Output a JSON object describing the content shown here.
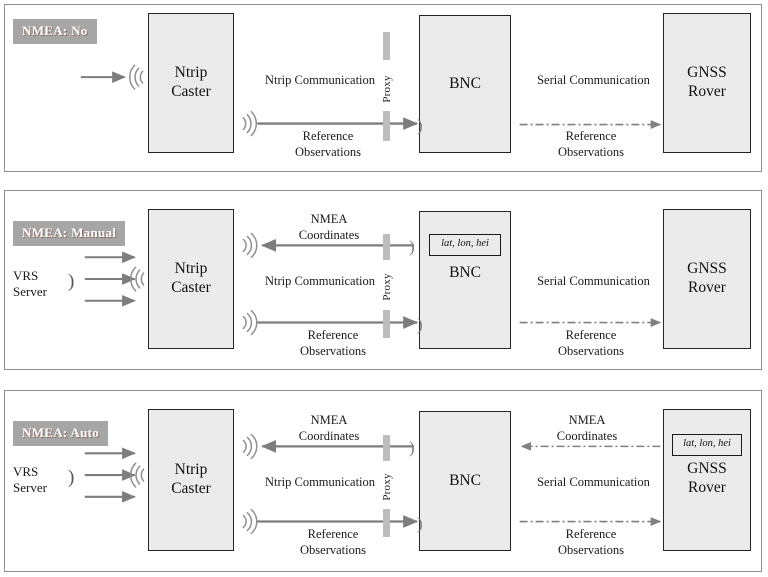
{
  "diagram": {
    "title": "NMEA handling modes between Ntrip Caster, BNC proxy and GNSS Rover",
    "colors": {
      "badge_background": "#a6a6a6",
      "badge_text": "#ffffff",
      "node_fill": "#ebebeb",
      "node_border": "#262626",
      "arrow_solid": "#7d7d7d",
      "arrow_dashed": "#808080",
      "proxy_bar": "#bdbdbd",
      "panel_border": "#8e8e8e",
      "page_background": "#ffffff"
    }
  },
  "panels": [
    {
      "badge": "NMEA: No",
      "nodes": {
        "caster": {
          "line1": "Ntrip",
          "line2": "Caster"
        },
        "bnc": {
          "line1": "BNC"
        },
        "rover": {
          "line1": "GNSS",
          "line2": "Rover"
        }
      },
      "proxy_label": "Proxy",
      "labels": {
        "ntrip_communication": "Ntrip Communication",
        "serial_communication": "Serial Communication",
        "reference_observations_line1": "Reference",
        "reference_observations_line2": "Observations",
        "reference_observations_right_line1": "Reference",
        "reference_observations_right_line2": "Observations"
      }
    },
    {
      "badge": "NMEA: Manual",
      "nodes": {
        "caster": {
          "line1": "Ntrip",
          "line2": "Caster"
        },
        "bnc": {
          "line1": "BNC"
        },
        "rover": {
          "line1": "GNSS",
          "line2": "Rover"
        }
      },
      "source": {
        "line1": "VRS",
        "line2": "Server"
      },
      "proxy_label": "Proxy",
      "coordinates_chip": "lat, lon, hei",
      "labels": {
        "nmea_coordinates_line1": "NMEA",
        "nmea_coordinates_line2": "Coordinates",
        "ntrip_communication": "Ntrip Communication",
        "serial_communication": "Serial Communication",
        "reference_observations_line1": "Reference",
        "reference_observations_line2": "Observations",
        "reference_observations_right_line1": "Reference",
        "reference_observations_right_line2": "Observations"
      }
    },
    {
      "badge": "NMEA: Auto",
      "nodes": {
        "caster": {
          "line1": "Ntrip",
          "line2": "Caster"
        },
        "bnc": {
          "line1": "BNC"
        },
        "rover": {
          "line1": "GNSS",
          "line2": "Rover"
        }
      },
      "source": {
        "line1": "VRS",
        "line2": "Server"
      },
      "proxy_label": "Proxy",
      "coordinates_chip": "lat, lon, hei",
      "labels": {
        "nmea_coordinates_line1": "NMEA",
        "nmea_coordinates_line2": "Coordinates",
        "nmea_coordinates_right_line1": "NMEA",
        "nmea_coordinates_right_line2": "Coordinates",
        "ntrip_communication": "Ntrip Communication",
        "serial_communication": "Serial Communication",
        "reference_observations_line1": "Reference",
        "reference_observations_line2": "Observations",
        "reference_observations_right_line1": "Reference",
        "reference_observations_right_line2": "Observations"
      }
    }
  ],
  "icons": {
    "wireless_right": "wireless-signal-icon",
    "wireless_left": "wireless-signal-left-icon",
    "receiver_arc": ")"
  }
}
